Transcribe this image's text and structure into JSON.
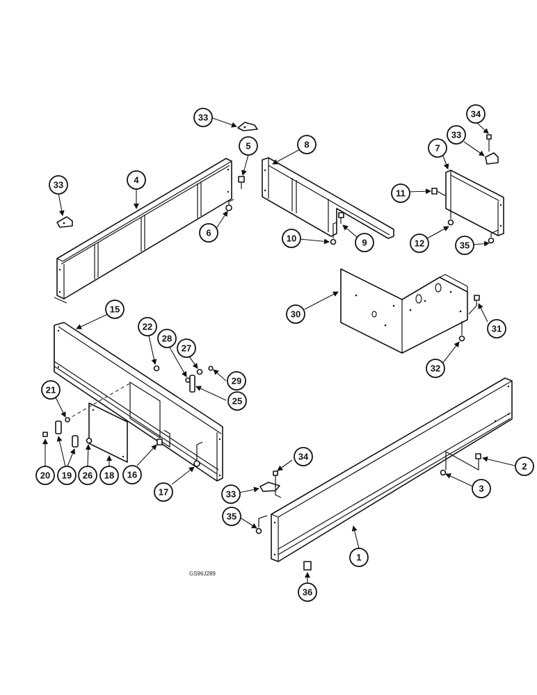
{
  "drawing_code": "GS96J289",
  "callouts": [
    "1",
    "2",
    "3",
    "4",
    "5",
    "6",
    "7",
    "8",
    "9",
    "10",
    "11",
    "12",
    "15",
    "16",
    "17",
    "18",
    "19",
    "20",
    "21",
    "22",
    "25",
    "26",
    "27",
    "28",
    "29",
    "30",
    "31",
    "32",
    "33",
    "34",
    "35",
    "36"
  ]
}
